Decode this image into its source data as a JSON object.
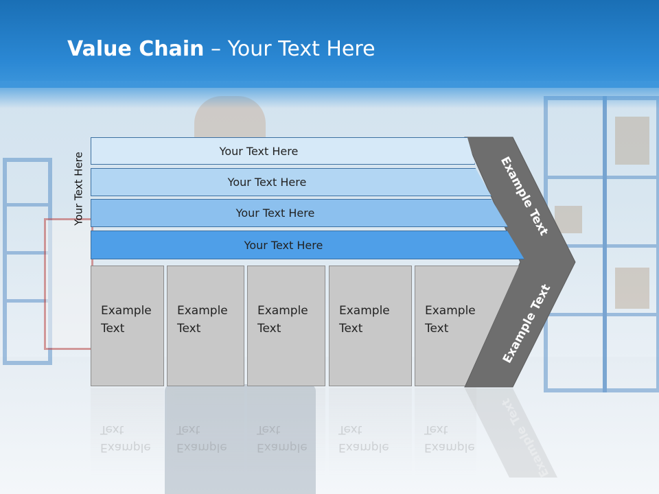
{
  "title": {
    "bold": "Value Chain",
    "rest": " – Your Text Here"
  },
  "vertical_label": "Your Text Here",
  "bars": [
    {
      "label": "Your Text Here",
      "color": "#d6e9f8"
    },
    {
      "label": "Your Text Here",
      "color": "#b2d6f3"
    },
    {
      "label": "Your Text Here",
      "color": "#8cc0ee"
    },
    {
      "label": "Your Text Here",
      "color": "#4f9fe8"
    }
  ],
  "cards": [
    {
      "line1": "Example",
      "line2": "Text"
    },
    {
      "line1": "Example",
      "line2": "Text"
    },
    {
      "line1": "Example",
      "line2": "Text"
    },
    {
      "line1": "Example",
      "line2": "Text"
    },
    {
      "line1": "Example",
      "line2": "Text"
    }
  ],
  "chevron_upper_text": "Example Text",
  "chevron_lower_text": "Example Text",
  "colors": {
    "header": "#2b88d4",
    "chevron": "#6e6e6e",
    "card": "#c8c8c8"
  }
}
